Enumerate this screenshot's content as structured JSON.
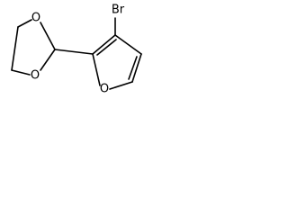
{
  "molecule": {
    "atoms": {
      "dioxolane_o_top": "O",
      "dioxolane_o_bottom": "O",
      "furan_o": "O",
      "bromine": "Br"
    }
  },
  "colors": {
    "bond": "#000000",
    "label": "#000000",
    "background": "#ffffff"
  }
}
